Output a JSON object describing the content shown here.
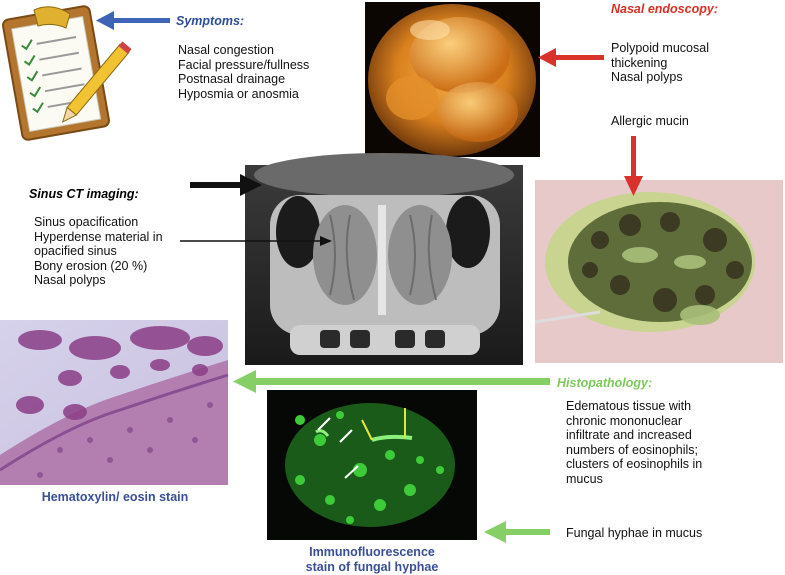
{
  "symptoms": {
    "header": "Symptoms:",
    "items": [
      "Nasal congestion",
      "Facial pressure/fullness",
      "Postnasal drainage",
      "Hyposmia or anosmia"
    ]
  },
  "endoscopy": {
    "header": "Nasal endoscopy:",
    "items": [
      "Polypoid mucosal",
      "thickening",
      "Nasal polyps"
    ],
    "allergic_mucin": "Allergic mucin"
  },
  "ct": {
    "header": "Sinus CT imaging:",
    "items": [
      "Sinus opacification",
      "Hyperdense material in",
      "opacified sinus",
      "Bony erosion (20 %)",
      "Nasal polyps"
    ]
  },
  "histopathology": {
    "header": "Histopathology:",
    "items": [
      "Edematous tissue with",
      "chronic mononuclear",
      "infiltrate and increased",
      "numbers of eosinophils;",
      "clusters of eosinophils in",
      "mucus"
    ],
    "fungal": "Fungal hyphae in mucus"
  },
  "captions": {
    "he_stain": "Hematoxylin/ eosin stain",
    "if_line1": "Immunofluorescence",
    "if_line2": "stain of fungal hyphae"
  },
  "colors": {
    "blue_arrow": "#3f63b5",
    "red_arrow": "#d9322b",
    "black_arrow": "#111111",
    "green_arrow": "#86cf66"
  }
}
